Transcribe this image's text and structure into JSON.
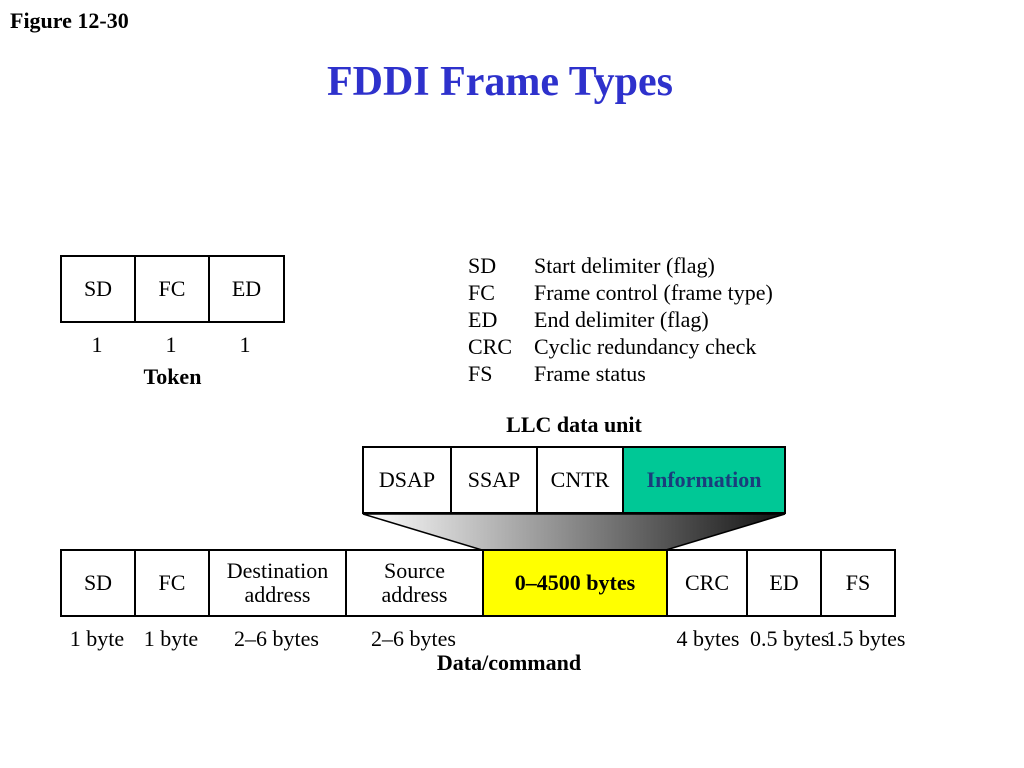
{
  "figure_label": "Figure 12-30",
  "title": "FDDI Frame Types",
  "token": {
    "fields": [
      "SD",
      "FC",
      "ED"
    ],
    "sizes": [
      "1",
      "1",
      "1"
    ],
    "caption": "Token"
  },
  "legend": [
    {
      "abbr": "SD",
      "meaning": "Start delimiter (flag)"
    },
    {
      "abbr": "FC",
      "meaning": "Frame control (frame type)"
    },
    {
      "abbr": "ED",
      "meaning": "End delimiter (flag)"
    },
    {
      "abbr": "CRC",
      "meaning": "Cyclic redundancy check"
    },
    {
      "abbr": "FS",
      "meaning": "Frame status"
    }
  ],
  "llc": {
    "caption": "LLC data unit",
    "fields": [
      "DSAP",
      "SSAP",
      "CNTR",
      "Information"
    ],
    "highlight_color": "#00c896",
    "highlight_text_color": "#1a3d7c"
  },
  "data_frame": {
    "fields": [
      "SD",
      "FC",
      "Destination address",
      "Source address",
      "0–4500 bytes",
      "CRC",
      "ED",
      "FS"
    ],
    "sizes": [
      "1 byte",
      "1 byte",
      "2–6 bytes",
      "2–6 bytes",
      "",
      "4 bytes",
      "0.5 bytes",
      "1.5 bytes"
    ],
    "caption": "Data/command",
    "highlight_color": "#ffff00"
  }
}
